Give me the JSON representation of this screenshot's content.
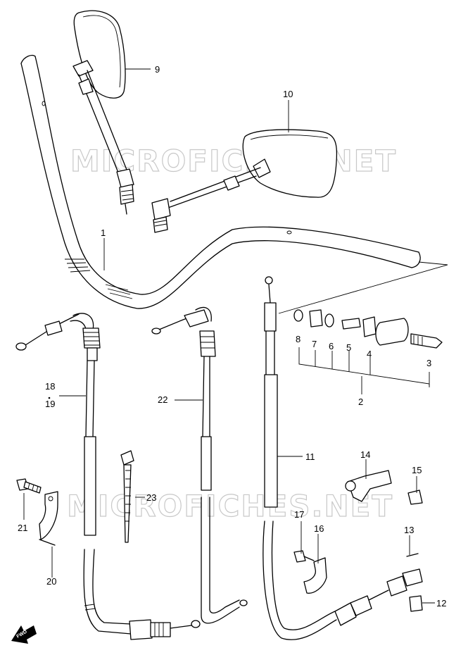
{
  "watermark": "MICROFICHES.NET",
  "fwd_label": "FWD",
  "callouts": {
    "c1": "1",
    "c2": "2",
    "c3": "3",
    "c4": "4",
    "c5": "5",
    "c6": "6",
    "c7": "7",
    "c8": "8",
    "c9": "9",
    "c10": "10",
    "c11": "11",
    "c12": "12",
    "c13": "13",
    "c14": "14",
    "c15": "15",
    "c16": "16",
    "c17": "17",
    "c18": "18",
    "c19": "19",
    "c20": "20",
    "c21": "21",
    "c22": "22",
    "c23": "23"
  }
}
